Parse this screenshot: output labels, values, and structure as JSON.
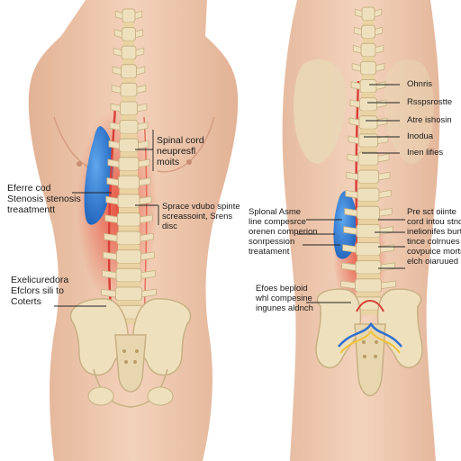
{
  "colors": {
    "skin": "#efc8ad",
    "skin_shadow": "#dca88c",
    "bone": "#efe0bd",
    "bone_dark": "#c7b084",
    "disc": "#e9d3a3",
    "nerve": "#d8413a",
    "inflamed": "#e8503f",
    "blue_region": "#2f79d0",
    "leader": "#222222"
  },
  "labels": {
    "left_spinal_cord": "Spinal cord\nneupresfl\nmoits",
    "left_stenosis": "Eferre cod\nStenosis stenosis\ntreaatmentt",
    "left_disc": "Sprace vdubo spinte\nscreassoint, Srens\ndisc",
    "left_exel": "Exelicuredora\nEfclors sili to\nCoterts",
    "right_ohnris": "Ohnris",
    "right_rsspro": "Rsspsrostte",
    "right_atre": "Atre ishosin",
    "right_inodua": "Inodua",
    "right_inen": "Inen lifies",
    "right_splonal": "Splonal Asme\nline compesrce\norenen comperion\nsonrpession\ntreatament",
    "right_pre": "Pre sct oiinte\ncord intou stnd\ninelionifes burtics\ntince colrnues\ncovpuice mortre\nelch oiaruued",
    "right_efoes": "Efoes beploid\nwhl compesine\ningunes aldnch"
  }
}
